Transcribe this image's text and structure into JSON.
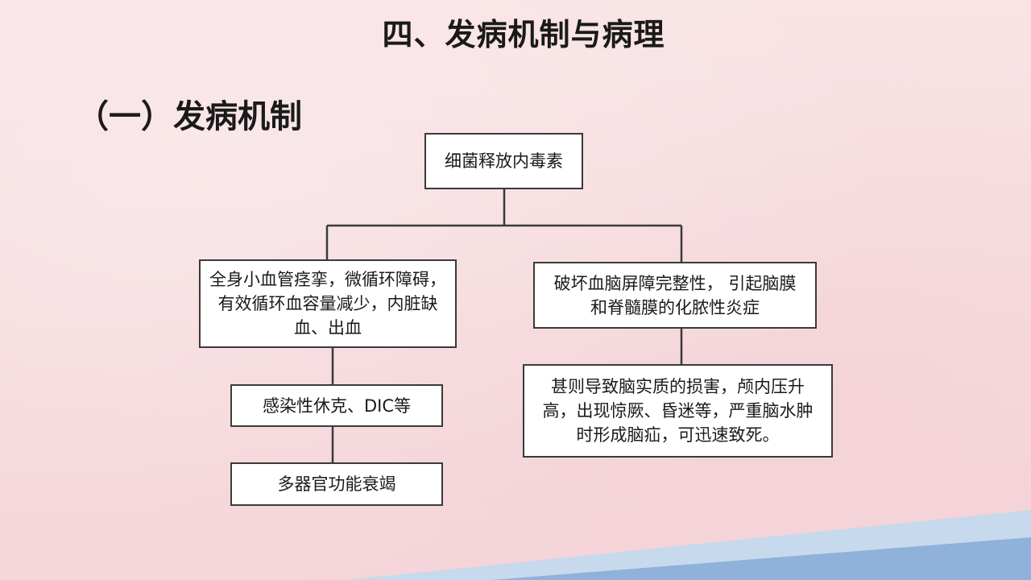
{
  "slide": {
    "title": "四、发病机制与病理",
    "section": "（一）发病机制"
  },
  "diagram": {
    "root": "细菌释放内毒素",
    "left_branch": {
      "level1": "全身小血管痉挛，微循环障碍，有效循环血容量减少，内脏缺血、出血",
      "level2": "感染性休克、DIC等",
      "level3": "多器官功能衰竭"
    },
    "right_branch": {
      "level1": "破坏血脑屏障完整性， 引起脑膜和脊髓膜的化脓性炎症",
      "level2": "甚则导致脑实质的损害，颅内压升高，出现惊厥、昏迷等，严重脑水肿时形成脑疝，可迅速致死。"
    }
  },
  "colors": {
    "background": "#f7dde0",
    "box_border": "#3a3a3a",
    "box_fill": "#ffffff",
    "stripe_light": "#c7d9ec",
    "stripe_dark": "#8fb1da"
  }
}
